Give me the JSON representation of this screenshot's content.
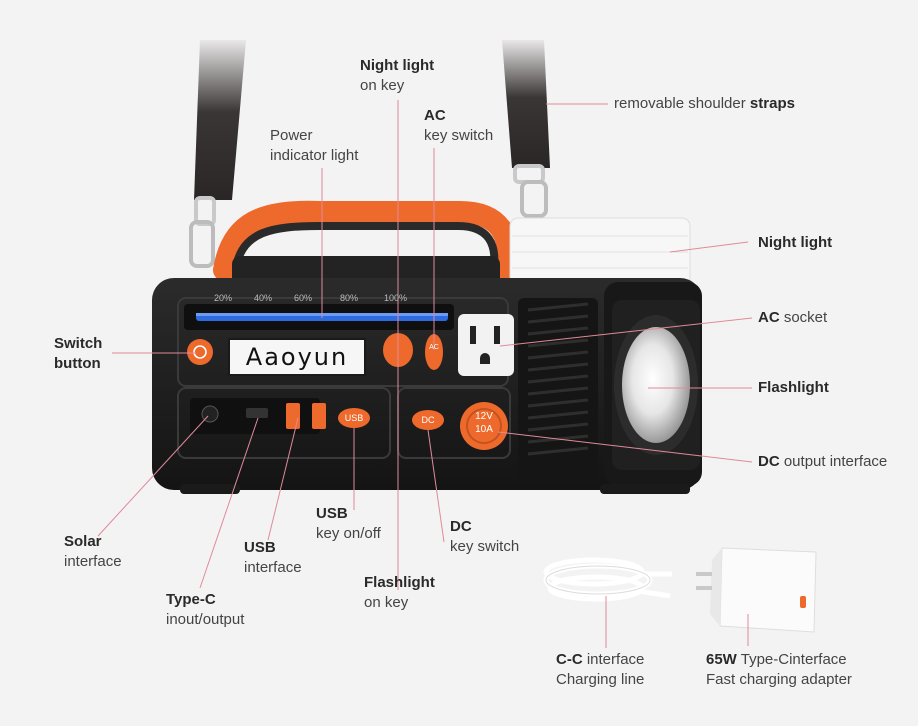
{
  "product": {
    "brand": "Aaoyun",
    "scale_marks": [
      "20%",
      "40%",
      "60%",
      "80%",
      "100%"
    ],
    "usb_button": "USB",
    "dc_button": "DC",
    "ac_button": "AC",
    "dc_socket_top": "12V",
    "dc_socket_bottom": "10A"
  },
  "labels": {
    "night_light_key": {
      "bold": "Night light",
      "rest": "on key"
    },
    "ac_key": {
      "bold": "AC",
      "rest": "key switch"
    },
    "power_indicator": {
      "line1": "Power",
      "line2": "indicator light"
    },
    "straps": {
      "normal": "removable shoulder",
      "bold": "straps"
    },
    "night_light": {
      "bold": "Night light"
    },
    "ac_socket": {
      "bold": "AC",
      "rest": "socket"
    },
    "flashlight": {
      "bold": "Flashlight"
    },
    "dc_output": {
      "bold": "DC",
      "rest": "output interface"
    },
    "switch_button": {
      "line1": "Switch",
      "line2": "button"
    },
    "solar": {
      "bold": "Solar",
      "rest": "interface"
    },
    "usb_interface": {
      "bold": "USB",
      "rest": "interface"
    },
    "usb_key": {
      "bold": "USB",
      "rest": "key on/off"
    },
    "dc_key": {
      "bold": "DC",
      "rest": "key switch"
    },
    "flashlight_key": {
      "bold": "Flashlight",
      "rest": "on key"
    },
    "type_c": {
      "bold": "Type-C",
      "rest": "inout/output"
    },
    "cc_line": {
      "bold": "C-C",
      "rest1": "interface",
      "line2": "Charging line"
    },
    "adapter": {
      "bold": "65W",
      "rest1": "Type-Cinterface",
      "line2": "Fast charging adapter"
    }
  },
  "colors": {
    "accent_orange": "#ee6a2c",
    "body_dark": "#1e1e1e",
    "indicator_blue": "#2f6be0",
    "leader_line": "#e08a9a"
  }
}
